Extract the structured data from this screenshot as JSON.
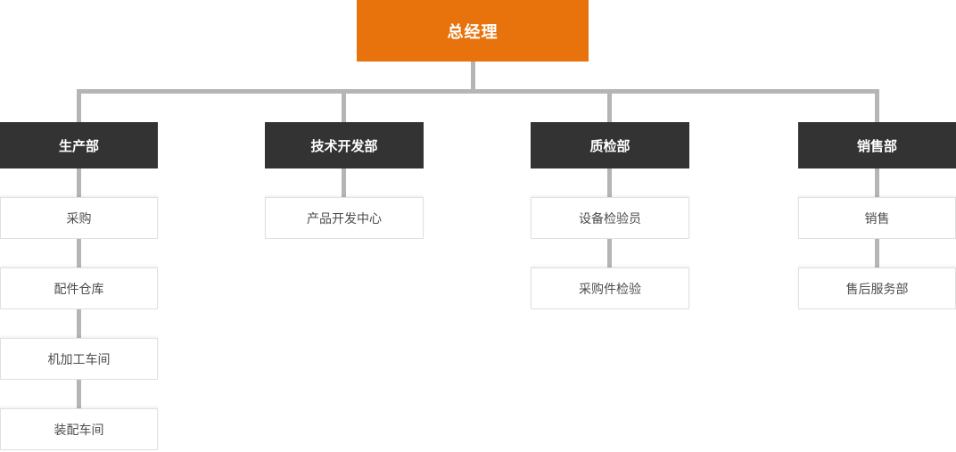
{
  "root": {
    "label": "总经理"
  },
  "columns": [
    {
      "dept": "生产部",
      "children": [
        "采购",
        "配件仓库",
        "机加工车间",
        "装配车间"
      ]
    },
    {
      "dept": "技术开发部",
      "children": [
        "产品开发中心"
      ]
    },
    {
      "dept": "质检部",
      "children": [
        "设备检验员",
        "采购件检验"
      ]
    },
    {
      "dept": "销售部",
      "children": [
        "销售",
        "售后服务部"
      ]
    }
  ],
  "colors": {
    "root_bg": "#e8720c",
    "root_text": "#ffffff",
    "dept_bg": "#333333",
    "dept_text": "#ffffff",
    "connector": "#b5b5b5",
    "child_border": "#e0e0e0",
    "child_text": "#4d4d4d"
  }
}
